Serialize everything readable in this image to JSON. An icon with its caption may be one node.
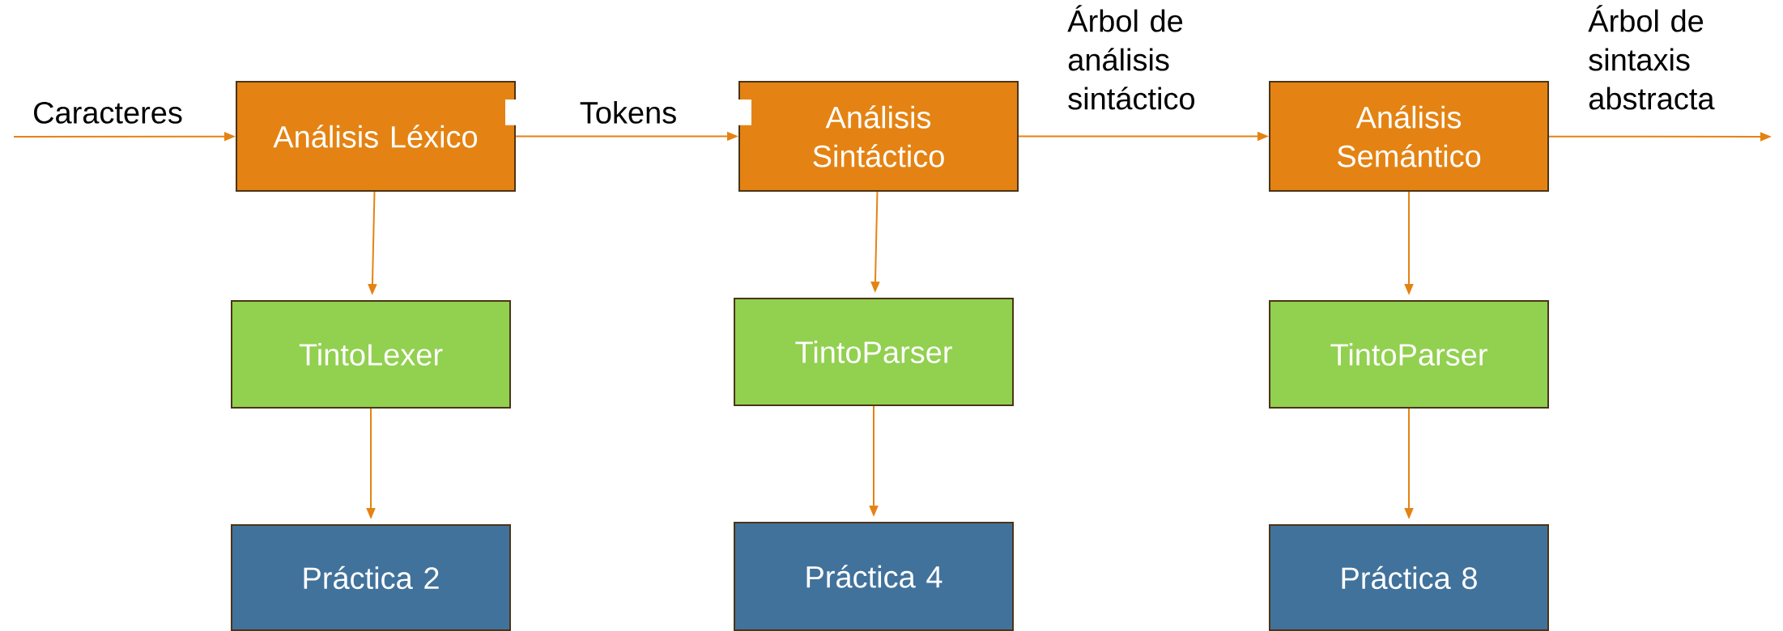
{
  "diagram": {
    "nodes": [
      {
        "text": [
          "Análisis Léxico"
        ]
      },
      {
        "text": [
          "Análisis Sintáctico"
        ]
      },
      {
        "text": [
          "Análisis Semántico"
        ]
      },
      {
        "text": [
          "TintoLexer"
        ]
      },
      {
        "text": [
          "TintoParser"
        ]
      },
      {
        "text": [
          "TintoParser"
        ]
      },
      {
        "text": [
          "Práctica 2"
        ]
      },
      {
        "text": [
          "Práctica 4"
        ]
      },
      {
        "text": [
          "Práctica 8"
        ]
      }
    ],
    "edges": [
      {
        "from": null,
        "to": 0,
        "arrow": "to",
        "label": "Caracteres"
      },
      {
        "from": 0,
        "to": 1,
        "arrow": "to",
        "label": "Tokens"
      },
      {
        "from": 1,
        "to": 2,
        "arrow": "to",
        "label": "Árbol de análisis sintáctico"
      },
      {
        "from": 2,
        "to": null,
        "arrow": "to",
        "label": "Árbol de sintaxis abstracta"
      },
      {
        "from": 0,
        "to": 3,
        "arrow": "to"
      },
      {
        "from": 3,
        "to": 6,
        "arrow": "to"
      },
      {
        "from": 1,
        "to": 4,
        "arrow": "to"
      },
      {
        "from": 4,
        "to": 7,
        "arrow": "to"
      },
      {
        "from": 2,
        "to": 5,
        "arrow": "to"
      },
      {
        "from": 5,
        "to": 8,
        "arrow": "to"
      }
    ]
  }
}
